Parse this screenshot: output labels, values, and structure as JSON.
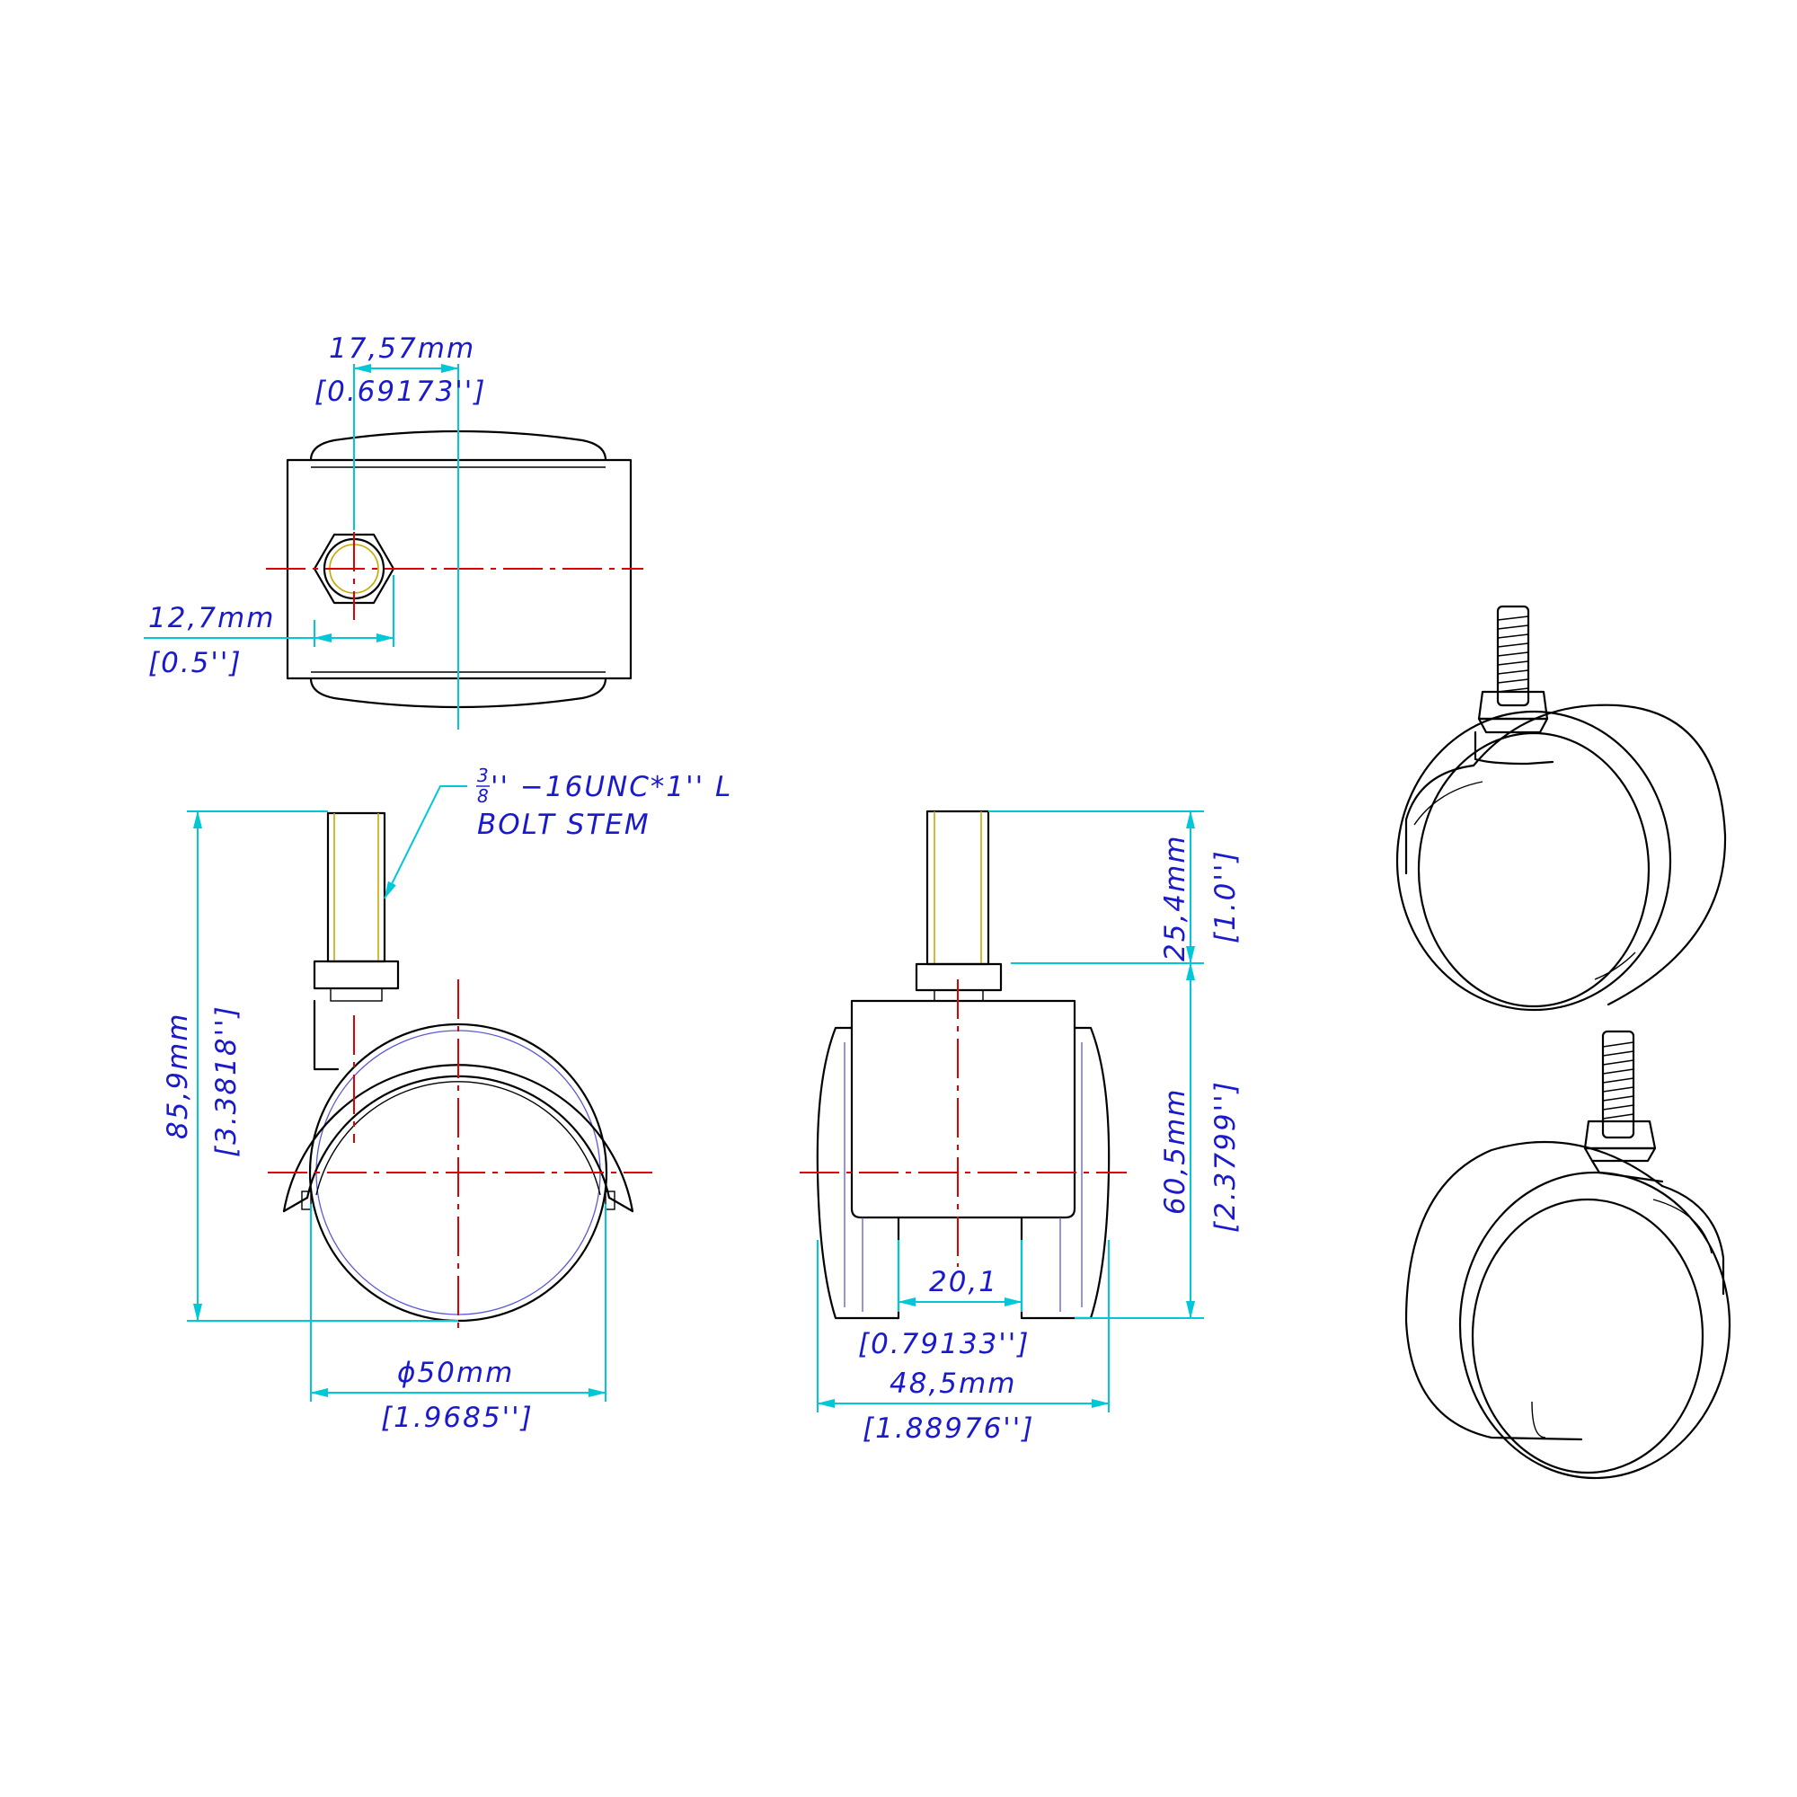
{
  "top_view": {
    "dim_offset_mm": "17,57mm",
    "dim_offset_in": "[0.69173'']",
    "dim_hex_mm": "12,7mm",
    "dim_hex_in": "[0.5'']"
  },
  "front_view": {
    "note_fraction_num": "3",
    "note_fraction_den": "8",
    "note_line1": "'' −16UNC*1'' L",
    "note_line2": "BOLT  STEM",
    "dim_height_mm": "85,9mm",
    "dim_height_in": "[3.3818'']",
    "dim_diameter_mm": "ϕ50mm",
    "dim_diameter_in": "[1.9685'']"
  },
  "side_view": {
    "dim_stem_mm": "25,4mm",
    "dim_stem_in": "[1.0'']",
    "dim_body_mm": "60,5mm",
    "dim_body_in": "[2.3799'']",
    "dim_gap": "20,1",
    "dim_gap_in": "[0.79133'']",
    "dim_width_mm": "48,5mm",
    "dim_width_in": "[1.88976'']"
  },
  "colors": {
    "outline": "#000000",
    "centerline": "#e00000",
    "dimension": "#00c8d8",
    "dimension_text": "#1a1acc",
    "hidden_line": "#5a5ad6",
    "bolt_hidden": "#c8a800"
  }
}
